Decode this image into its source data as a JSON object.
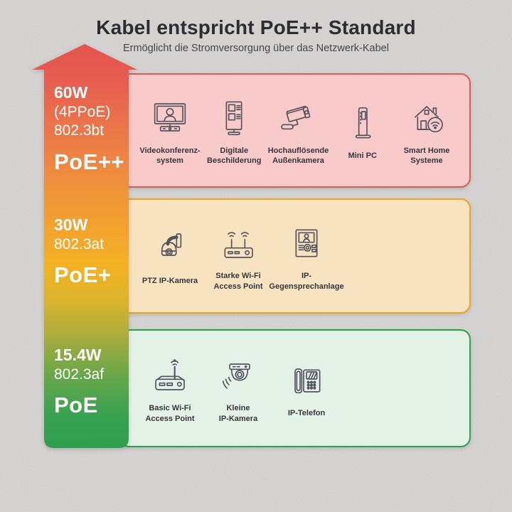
{
  "header": {
    "title": "Kabel entspricht PoE++ Standard",
    "subtitle": "Ermöglicht die Stromversorgung über das Netzwerk-Kabel"
  },
  "arrow": {
    "direction": "up",
    "gradient_top": "#e4544e",
    "gradient_middle": "#f4b122",
    "gradient_bottom": "#2d9e4f"
  },
  "tiers": [
    {
      "watt": "60W",
      "spec": "(4PPoE)\n802.3bt",
      "name": "PoE++",
      "panel_bg": "#f8caca",
      "panel_border": "#e05a54",
      "devices": [
        {
          "icon": "video-conference-icon",
          "label": "Videokonferenz-\nsystem"
        },
        {
          "icon": "digital-signage-icon",
          "label": "Digitale\nBeschilderung"
        },
        {
          "icon": "outdoor-camera-icon",
          "label": "Hochauflösende\nAußenkamera"
        },
        {
          "icon": "mini-pc-icon",
          "label": "Mini PC"
        },
        {
          "icon": "smart-home-icon",
          "label": "Smart Home\nSysteme"
        }
      ]
    },
    {
      "watt": "30W",
      "spec": "802.3at",
      "name": "PoE+",
      "panel_bg": "#f8e3c0",
      "panel_border": "#eba51e",
      "devices": [
        {
          "icon": "ptz-camera-icon",
          "label": "PTZ IP-Kamera"
        },
        {
          "icon": "wifi-router-two-antennas-icon",
          "label": "Starke Wi-Fi\nAccess Point"
        },
        {
          "icon": "intercom-icon",
          "label": "IP-\nGegensprechanlage"
        }
      ]
    },
    {
      "watt": "15.4W",
      "spec": "802.3af",
      "name": "PoE",
      "panel_bg": "#e4f1e7",
      "panel_border": "#2aa34c",
      "devices": [
        {
          "icon": "wifi-router-one-antenna-icon",
          "label": "Basic Wi-Fi\nAccess Point"
        },
        {
          "icon": "dome-ip-camera-icon",
          "label": "Kleine\nIP-Kamera"
        },
        {
          "icon": "ip-phone-icon",
          "label": "IP-Telefon"
        }
      ]
    }
  ]
}
